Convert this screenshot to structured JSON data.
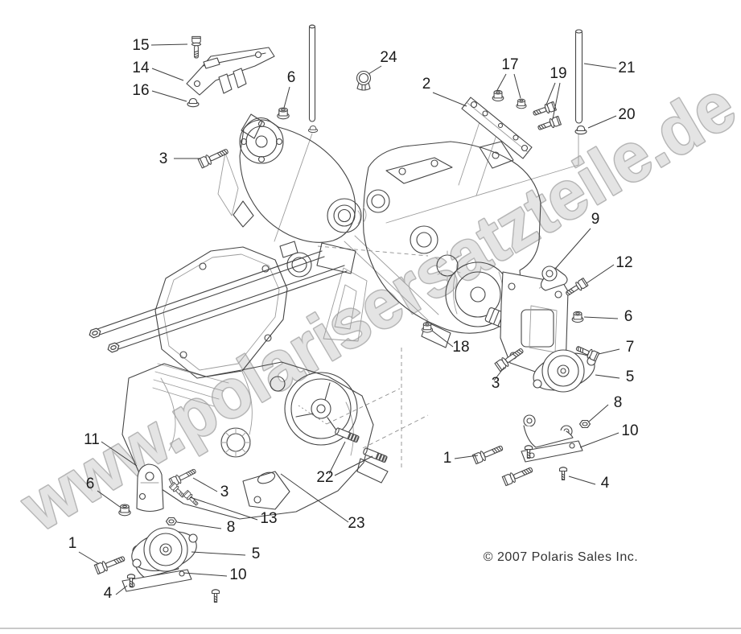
{
  "page": {
    "background": "#ffffff",
    "bottom_rule_color": "#c9c9c9"
  },
  "diagram": {
    "type": "exploded-parts-diagram",
    "subject": "engine and transmission mounting",
    "watermark": {
      "text": "www.polarisersatzteile.de",
      "fill": "#e4e4e4",
      "stroke": "#b6b6b6"
    },
    "copyright": "© 2007 Polaris Sales Inc.",
    "line_color": "#454545",
    "label_color": "#1b1b1b",
    "callouts": [
      {
        "id": "callout-15",
        "label": "15"
      },
      {
        "id": "callout-14",
        "label": "14"
      },
      {
        "id": "callout-16",
        "label": "16"
      },
      {
        "id": "callout-3-topleft",
        "label": "3"
      },
      {
        "id": "callout-6-top",
        "label": "6"
      },
      {
        "id": "callout-24",
        "label": "24"
      },
      {
        "id": "callout-2",
        "label": "2"
      },
      {
        "id": "callout-17",
        "label": "17"
      },
      {
        "id": "callout-19",
        "label": "19"
      },
      {
        "id": "callout-21",
        "label": "21"
      },
      {
        "id": "callout-20",
        "label": "20"
      },
      {
        "id": "callout-9",
        "label": "9"
      },
      {
        "id": "callout-12",
        "label": "12"
      },
      {
        "id": "callout-6-right",
        "label": "6"
      },
      {
        "id": "callout-7",
        "label": "7"
      },
      {
        "id": "callout-5-right",
        "label": "5"
      },
      {
        "id": "callout-8-right",
        "label": "8"
      },
      {
        "id": "callout-10-right",
        "label": "10"
      },
      {
        "id": "callout-1-right",
        "label": "1"
      },
      {
        "id": "callout-4-right",
        "label": "4"
      },
      {
        "id": "callout-18",
        "label": "18"
      },
      {
        "id": "callout-3-right",
        "label": "3"
      },
      {
        "id": "callout-11",
        "label": "11"
      },
      {
        "id": "callout-6-left",
        "label": "6"
      },
      {
        "id": "callout-3-bottom",
        "label": "3"
      },
      {
        "id": "callout-13",
        "label": "13"
      },
      {
        "id": "callout-8-left",
        "label": "8"
      },
      {
        "id": "callout-1-left",
        "label": "1"
      },
      {
        "id": "callout-4-left",
        "label": "4"
      },
      {
        "id": "callout-5-left",
        "label": "5"
      },
      {
        "id": "callout-10-left",
        "label": "10"
      },
      {
        "id": "callout-22",
        "label": "22"
      },
      {
        "id": "callout-23",
        "label": "23"
      }
    ]
  }
}
